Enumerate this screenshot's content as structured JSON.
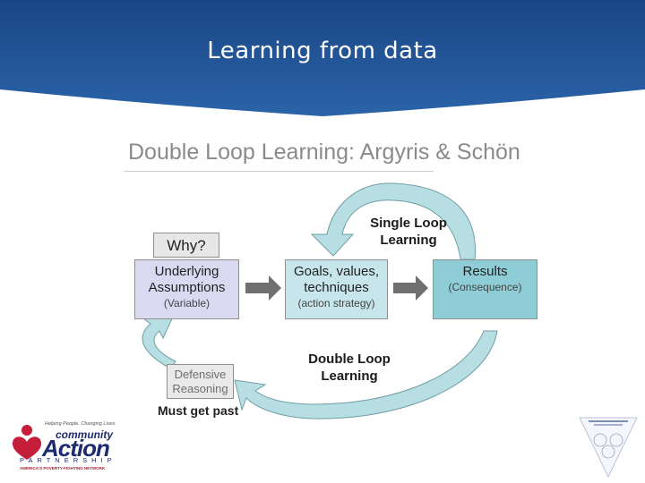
{
  "slide": {
    "title": "Learning from data"
  },
  "diagram": {
    "title": "Double Loop Learning: Argyris & Schön",
    "why": "Why?",
    "assumptions": {
      "main": "Underlying Assumptions",
      "sub": "(Variable)"
    },
    "goals": {
      "main": "Goals, values, techniques",
      "sub": "(action strategy)"
    },
    "results": {
      "main": "Results",
      "sub": "(Consequence)"
    },
    "single_loop": "Single Loop Learning",
    "double_loop": "Double Loop Learning",
    "defensive": "Defensive Reasoning",
    "must_get_past": "Must get past"
  },
  "logo": {
    "tagline": "Helping People. Changing Lives.",
    "community": "community",
    "action": "Action",
    "partnership": "PARTNERSHIP",
    "network": "AMERICA'S POVERTY-FIGHTING NETWORK"
  },
  "colors": {
    "header_top": "#1a4687",
    "header_bottom": "#2b64a8",
    "assumptions_fill": "#d9d9f2",
    "goals_fill": "#c7e6ec",
    "results_fill": "#8ecdd6",
    "loop_arrow": "#b7dfe3"
  }
}
